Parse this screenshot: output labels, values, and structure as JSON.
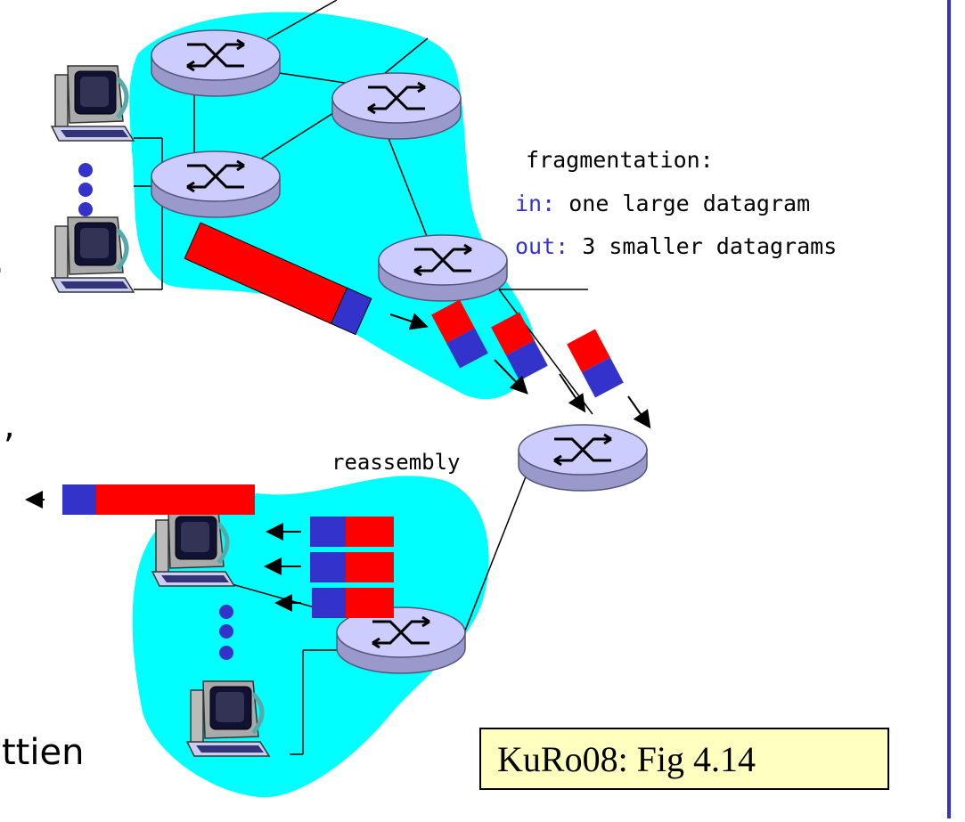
{
  "fragmentation": {
    "title": "fragmentation:",
    "in_keyword": "in:",
    "in_text": "one large datagram",
    "out_keyword": "out:",
    "out_text": "3 smaller datagrams"
  },
  "reassembly": {
    "label": "reassembly"
  },
  "slide_fragments": {
    "bottom_left_text": "ttien",
    "mid_left_text": ",",
    "upper_left_text": "."
  },
  "caption": {
    "text": "KuRo08: Fig 4.14"
  },
  "colors": {
    "network_fill": "#00ffff",
    "router_fill": "#ccccff",
    "datagram_body": "#ff0000",
    "datagram_header": "#3333cc",
    "keyword": "#3333cc",
    "caption_fill": "#ffffc0"
  },
  "icons": [
    "router-icon",
    "computer-icon",
    "arrow-icon",
    "ellipsis-dots-icon"
  ]
}
